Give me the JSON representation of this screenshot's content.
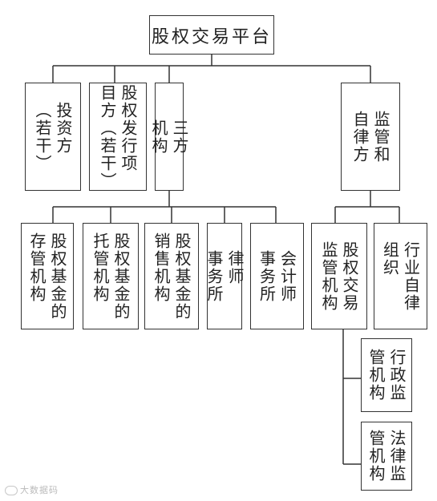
{
  "title": "股权交易平台",
  "level1": {
    "investor": "投资方\n（若干）",
    "issuer": "股权发行项\n目方（若干）",
    "third_party": "三方\n机构",
    "regulator": "监管和\n自律方"
  },
  "level2": {
    "custody_store": "股权基金的\n存管机构",
    "custody_trust": "股权基金的\n托管机构",
    "sales": "股权基金的\n销售机构",
    "law_firm": "律师\n事务所",
    "accounting": "会计师\n事务所",
    "exchange_reg": "股权交易\n监管机构",
    "self_reg": "行业自律\n组织"
  },
  "level3": {
    "admin_reg": "行政监\n管机构",
    "legal_reg": "法律监\n管机构"
  },
  "watermark": "大数据码"
}
